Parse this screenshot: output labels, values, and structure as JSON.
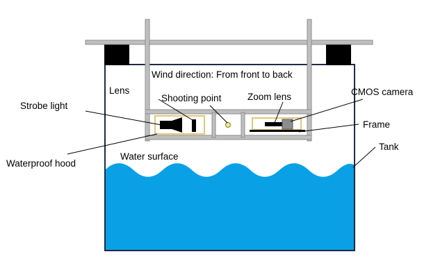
{
  "labels": {
    "wind": "Wind direction: From front to back",
    "lens": "Lens",
    "shooting_point": "Shooting point",
    "zoom_lens": "Zoom lens",
    "cmos_camera": "CMOS camera",
    "strobe_light": "Strobe light",
    "frame": "Frame",
    "tank": "Tank",
    "waterproof_hood": "Waterproof hood",
    "water_surface": "Water surface"
  },
  "colors": {
    "water": "#0aa0e6",
    "frame_gray": "#a6a6a6",
    "hood_outline": "#e5c77a",
    "dark": "#000000",
    "tank_outline": "#1f2a44"
  }
}
